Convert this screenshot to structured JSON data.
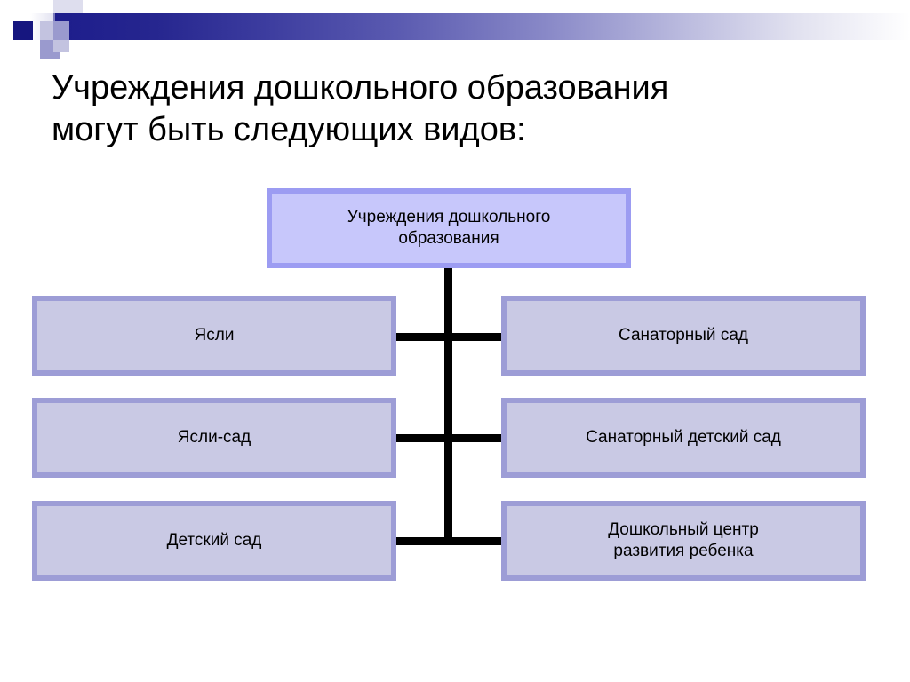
{
  "slide": {
    "title": "Учреждения дошкольного образования\nмогут быть следующих видов:",
    "background_color": "#ffffff"
  },
  "decoration": {
    "band_name": "powerpoint-header-band",
    "bar_gradient_from": "#1d1d8c",
    "bar_gradient_to": "#ffffff",
    "accent_navy": "#16167f",
    "accent_mid": "#9a9ace",
    "accent_light": "#c3c3e0"
  },
  "diagram": {
    "type": "organization-chart",
    "root": {
      "label": "Учреждения дошкольного\nобразования",
      "fill": "#c7c7fb",
      "border": "#9c9cf2"
    },
    "node_fill": "#c9c9e4",
    "node_border": "#9d9dd6",
    "connector_color": "#000000",
    "left_column": [
      {
        "label": "Ясли"
      },
      {
        "label": "Ясли-сад"
      },
      {
        "label": "Детский сад"
      }
    ],
    "right_column": [
      {
        "label": "Санаторный сад"
      },
      {
        "label": "Санаторный детский сад"
      },
      {
        "label": "Дошкольный центр\nразвития ребенка"
      }
    ]
  }
}
